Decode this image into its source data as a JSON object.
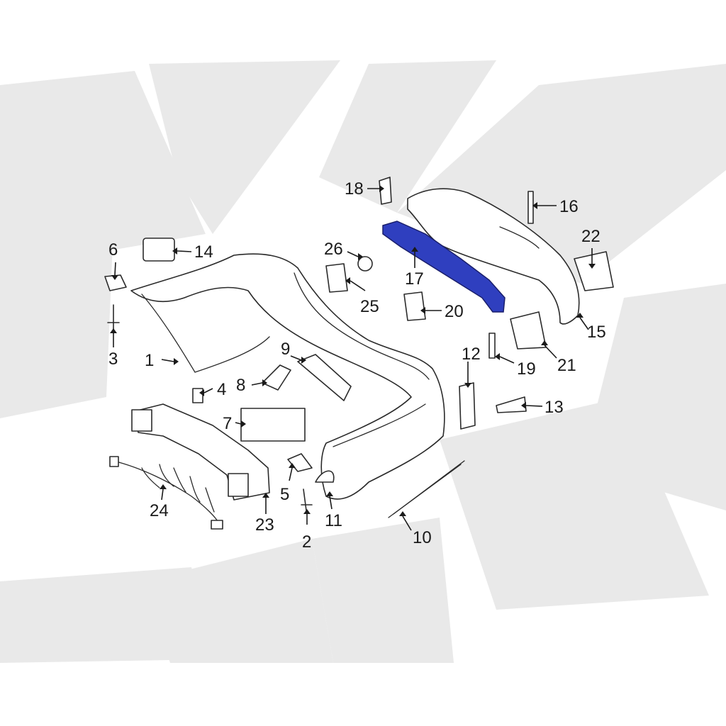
{
  "diagram": {
    "highlight_color": "#2f3fbf",
    "line_color": "#2b2b2b",
    "watermark_color": "#e9e9e9",
    "callouts": [
      {
        "id": "p1",
        "label": "1"
      },
      {
        "id": "p2",
        "label": "2"
      },
      {
        "id": "p3",
        "label": "3"
      },
      {
        "id": "p4",
        "label": "4"
      },
      {
        "id": "p5",
        "label": "5"
      },
      {
        "id": "p6",
        "label": "6"
      },
      {
        "id": "p7",
        "label": "7"
      },
      {
        "id": "p8",
        "label": "8"
      },
      {
        "id": "p9",
        "label": "9"
      },
      {
        "id": "p10",
        "label": "10"
      },
      {
        "id": "p11",
        "label": "11"
      },
      {
        "id": "p12",
        "label": "12"
      },
      {
        "id": "p13",
        "label": "13"
      },
      {
        "id": "p14",
        "label": "14"
      },
      {
        "id": "p15",
        "label": "15"
      },
      {
        "id": "p16",
        "label": "16"
      },
      {
        "id": "p17",
        "label": "17"
      },
      {
        "id": "p18",
        "label": "18"
      },
      {
        "id": "p19",
        "label": "19"
      },
      {
        "id": "p20",
        "label": "20"
      },
      {
        "id": "p21",
        "label": "21"
      },
      {
        "id": "p22",
        "label": "22"
      },
      {
        "id": "p23",
        "label": "23"
      },
      {
        "id": "p24",
        "label": "24"
      },
      {
        "id": "p25",
        "label": "25"
      },
      {
        "id": "p26",
        "label": "26"
      }
    ],
    "highlighted_part": "17"
  }
}
